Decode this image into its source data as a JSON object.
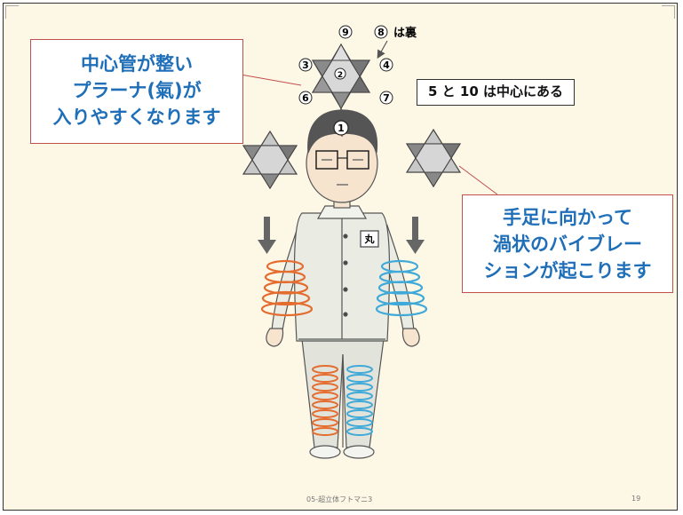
{
  "callout_left": {
    "line1": "中心管が整い",
    "line2": "プラーナ(氣)が",
    "line3": "入りやすくなります"
  },
  "callout_right": {
    "line1": "手足に向かって",
    "line2": "渦状のバイブレー",
    "line3": "ションが起こります"
  },
  "center_note": "5 と 10 は中心にある",
  "top_note": "は裏",
  "numbers": {
    "n1": "1",
    "n2": "2",
    "n3": "3",
    "n4": "4",
    "n6": "6",
    "n7": "7",
    "n8": "8",
    "n9": "9"
  },
  "badge": "丸",
  "footer": {
    "title": "05-超立体フトマニ3",
    "page": "19"
  },
  "colors": {
    "callout_text": "#1f6fb8",
    "callout_border": "#c0504d",
    "vortex_left": "#e36c2e",
    "vortex_right": "#3fa9d8",
    "background": "#fdf7e6"
  }
}
